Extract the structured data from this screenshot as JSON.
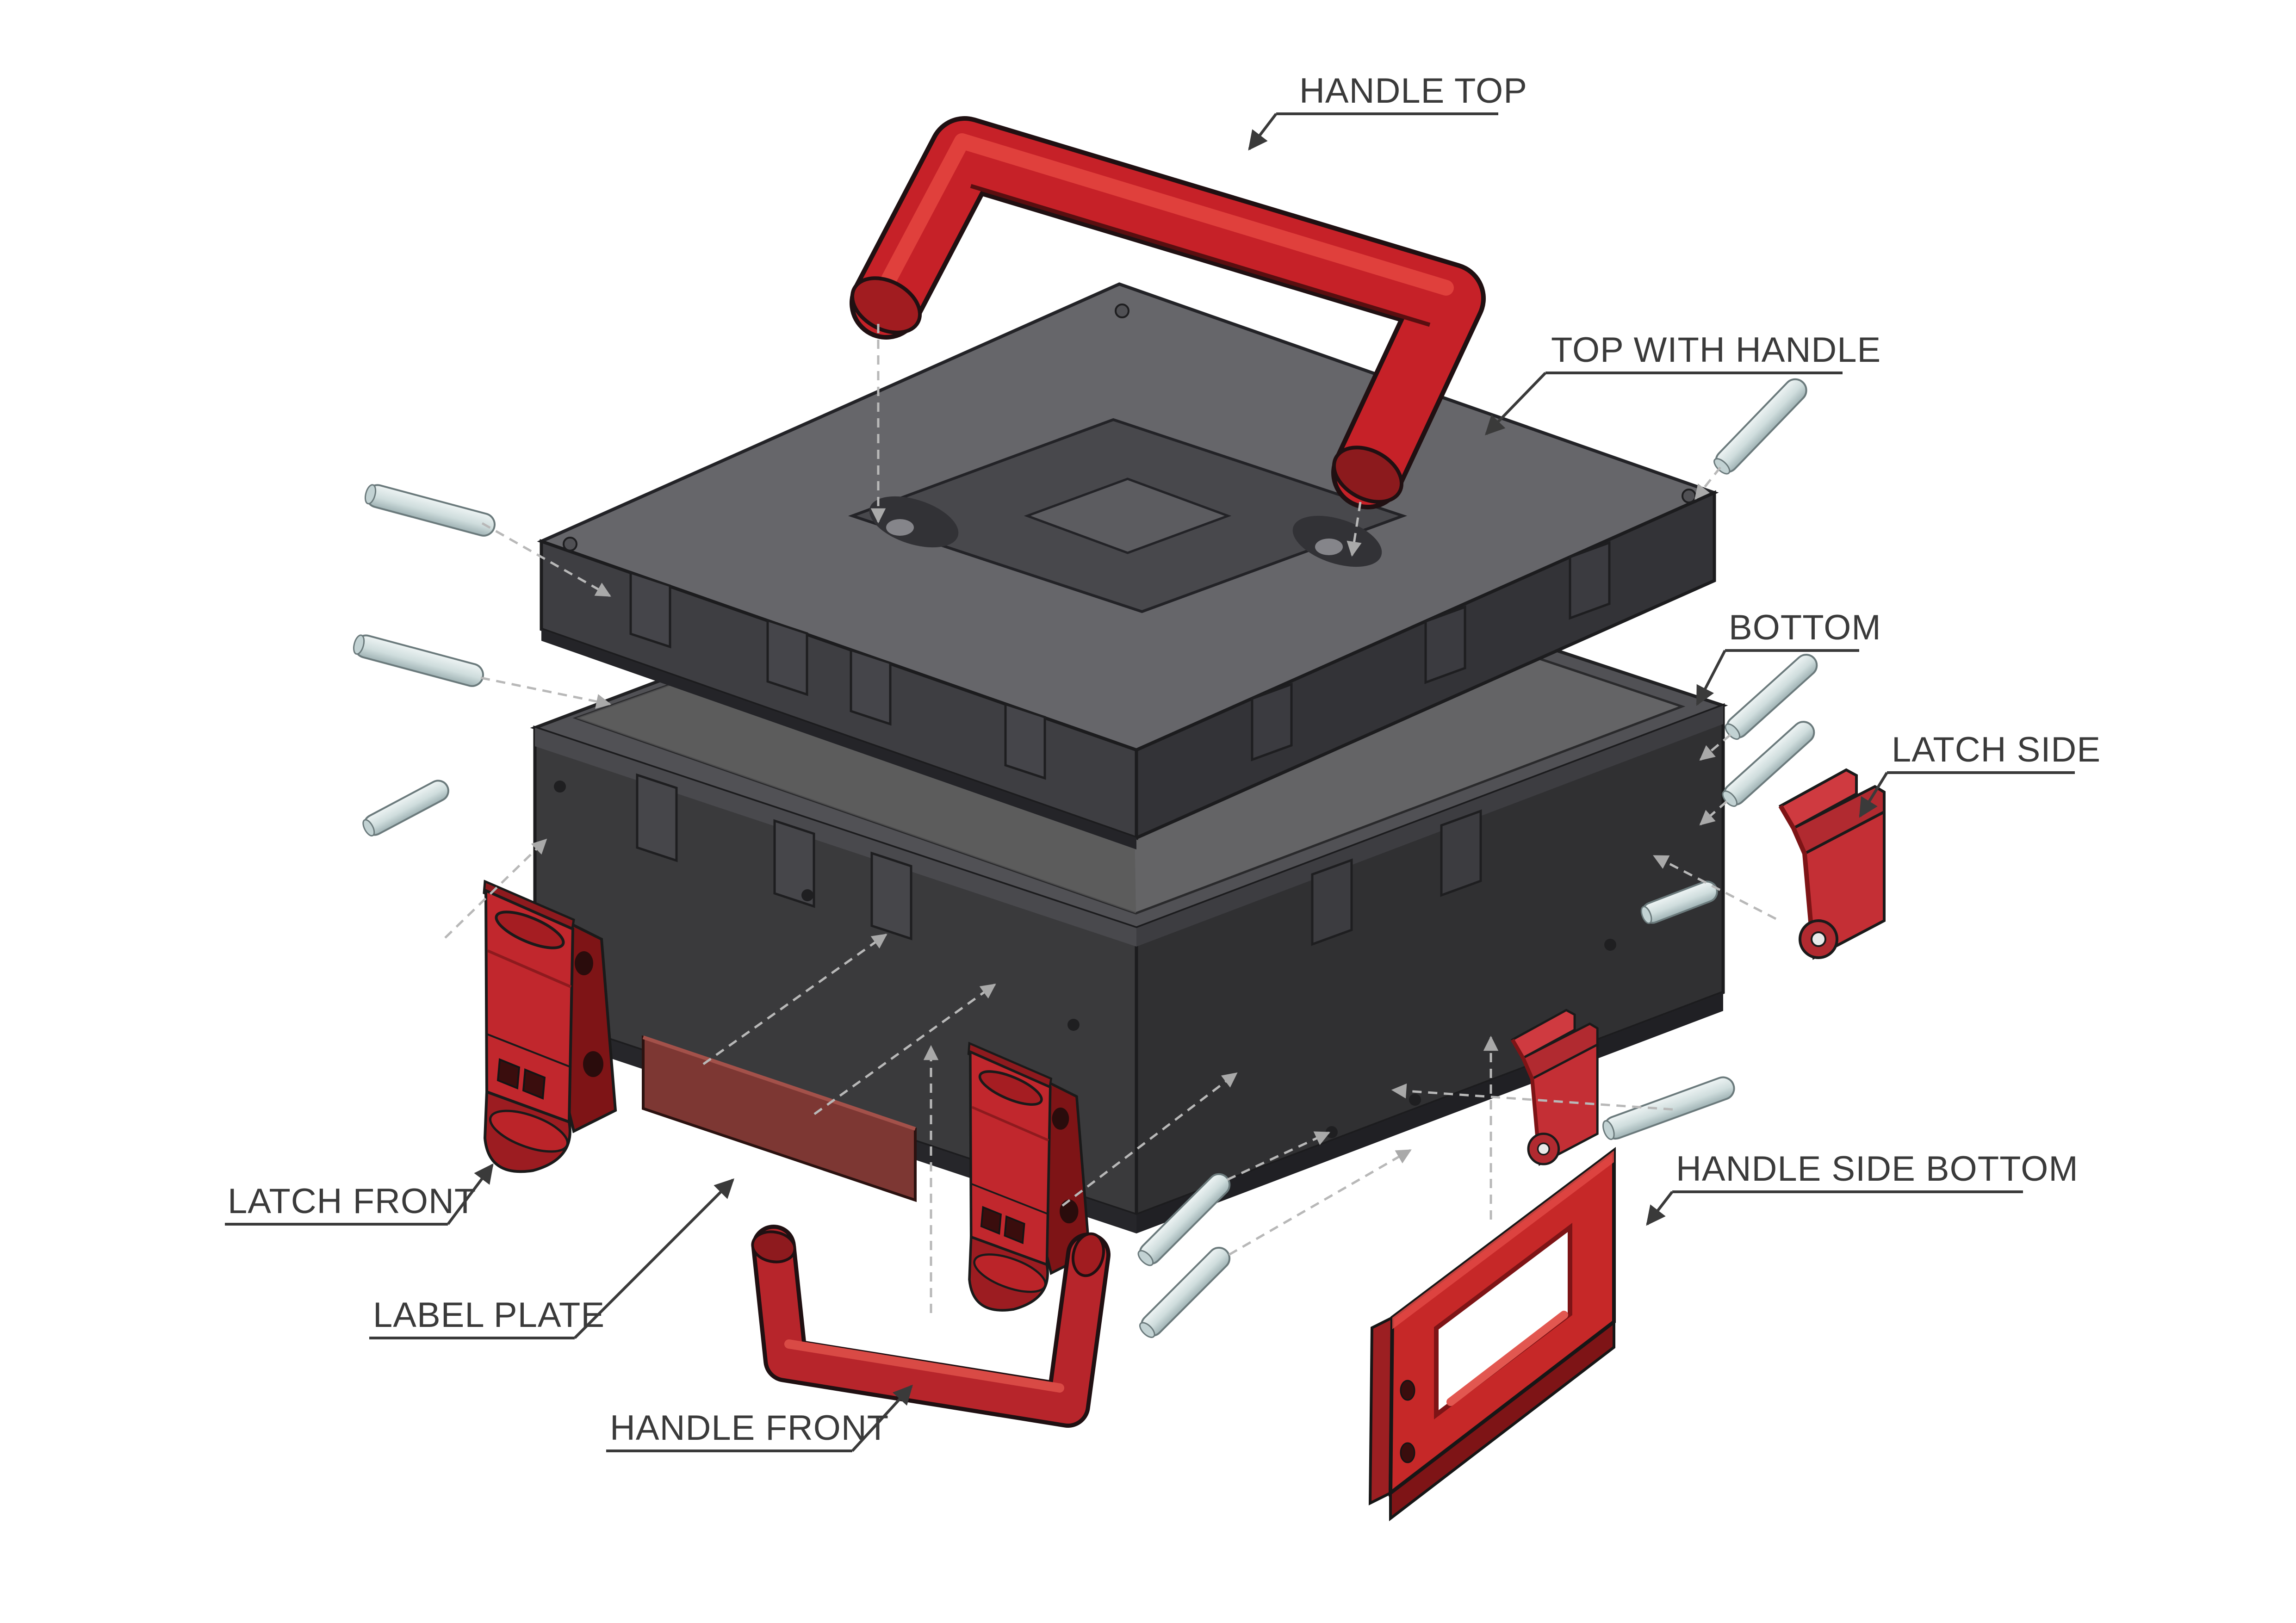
{
  "diagram": {
    "kind": "exploded-assembly-view",
    "subject": "toolbox case with handles and latches",
    "background": "#ffffff"
  },
  "labels": {
    "handle_top": "HANDLE TOP",
    "top_with_handle": "TOP WITH HANDLE",
    "bottom": "BOTTOM",
    "latch_side": "LATCH SIDE",
    "latch_front": "LATCH FRONT",
    "label_plate": "LABEL PLATE",
    "handle_front": "HANDLE FRONT",
    "handle_side_bottom": "HANDLE SIDE BOTTOM"
  },
  "colors": {
    "part_red": "#c62128",
    "part_red_mid": "#b7252b",
    "part_red_dark": "#8e1a1e",
    "latch_red": "#c1272d",
    "clip_red": "#c42f35",
    "frame_red": "#c62828",
    "label_plate_maroon": "#7d3733",
    "case_top": "#66666a",
    "case_rim": "#515155",
    "case_floor": "#646466",
    "case_front": "#3a3a3c",
    "case_side": "#303032",
    "lid_top": "#66666a",
    "lid_front": "#3e3e42",
    "lid_side": "#333337",
    "pin_light": "#eef4f4",
    "pin_shade": "#aebfc1",
    "leader": "#3a3a3a",
    "dashed": "#b8b8b8",
    "text": "#3a3a3a",
    "outline": "#1a1a1a"
  },
  "parts": [
    {
      "id": "handle-top",
      "label": "HANDLE TOP",
      "color": "#c62128"
    },
    {
      "id": "top-with-handle",
      "label": "TOP WITH HANDLE",
      "color": "#66666a"
    },
    {
      "id": "bottom",
      "label": "BOTTOM",
      "color": "#3a3a3c"
    },
    {
      "id": "latch-side",
      "label": "LATCH SIDE",
      "color": "#c42f35"
    },
    {
      "id": "latch-front",
      "label": "LATCH FRONT",
      "color": "#c1272d"
    },
    {
      "id": "label-plate",
      "label": "LABEL PLATE",
      "color": "#7d3733"
    },
    {
      "id": "handle-front",
      "label": "HANDLE FRONT",
      "color": "#b7252b"
    },
    {
      "id": "handle-side-bottom",
      "label": "HANDLE SIDE BOTTOM",
      "color": "#c62828"
    }
  ],
  "hardware": {
    "pins": {
      "count": 10,
      "fill": "#d6e2e2",
      "edge": "#6b7a7c"
    }
  }
}
